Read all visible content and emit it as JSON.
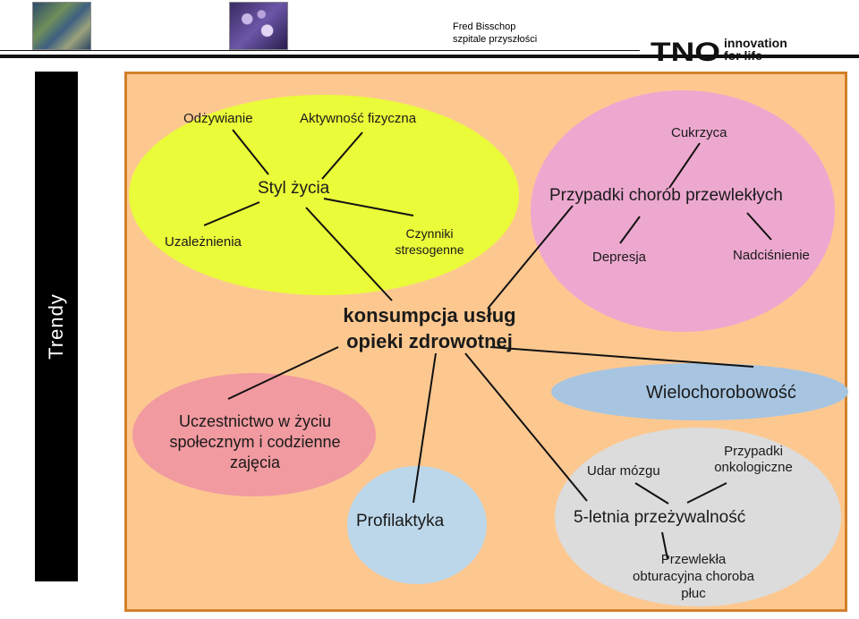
{
  "header": {
    "author": "Fred Bisschop",
    "subtitle": "szpitale przyszłości",
    "logo_text": "TNO",
    "tagline_line1": "innovation",
    "tagline_line2": "for life"
  },
  "sidebar": {
    "label": "Trendy"
  },
  "diagram": {
    "center": {
      "line1": "konsumpcja usług",
      "line2": "opieki zdrowotnej"
    },
    "lifestyle": {
      "title": "Styl życia",
      "items": [
        "Odżywianie",
        "Aktywność fizyczna",
        "Uzależnienia"
      ],
      "stress_line1": "Czynniki",
      "stress_line2": "stresogenne"
    },
    "chronic": {
      "title": "Przypadki chorób przewlekłych",
      "items": [
        "Cukrzyca",
        "Depresja",
        "Nadciśnienie"
      ]
    },
    "participation": {
      "line1": "Uczestnictwo w życiu",
      "line2": "społecznym i codzienne",
      "line3": "zajęcia"
    },
    "prevention": "Profilaktyka",
    "multimorbidity": "Wielochorobowość",
    "survival": {
      "title": "5-letnia przeżywalność",
      "stroke": "Udar mózgu",
      "oncology_line1": "Przypadki",
      "oncology_line2": "onkologiczne",
      "copd_line1": "Przewlekła",
      "copd_line2": "obturacyjna choroba",
      "copd_line3": "płuc"
    }
  },
  "colors": {
    "background": "#fdc890",
    "frame_border": "#d1802a",
    "lifestyle_ellipse": "#eafb39",
    "chronic_ellipse": "#eda8cf",
    "participation_ellipse": "#f19aa0",
    "prevention_ellipse": "#bdd7ea",
    "multimorbidity_ellipse": "#a7c5e1",
    "survival_ellipse": "#dcdcdc",
    "sidebar": "#000000"
  }
}
